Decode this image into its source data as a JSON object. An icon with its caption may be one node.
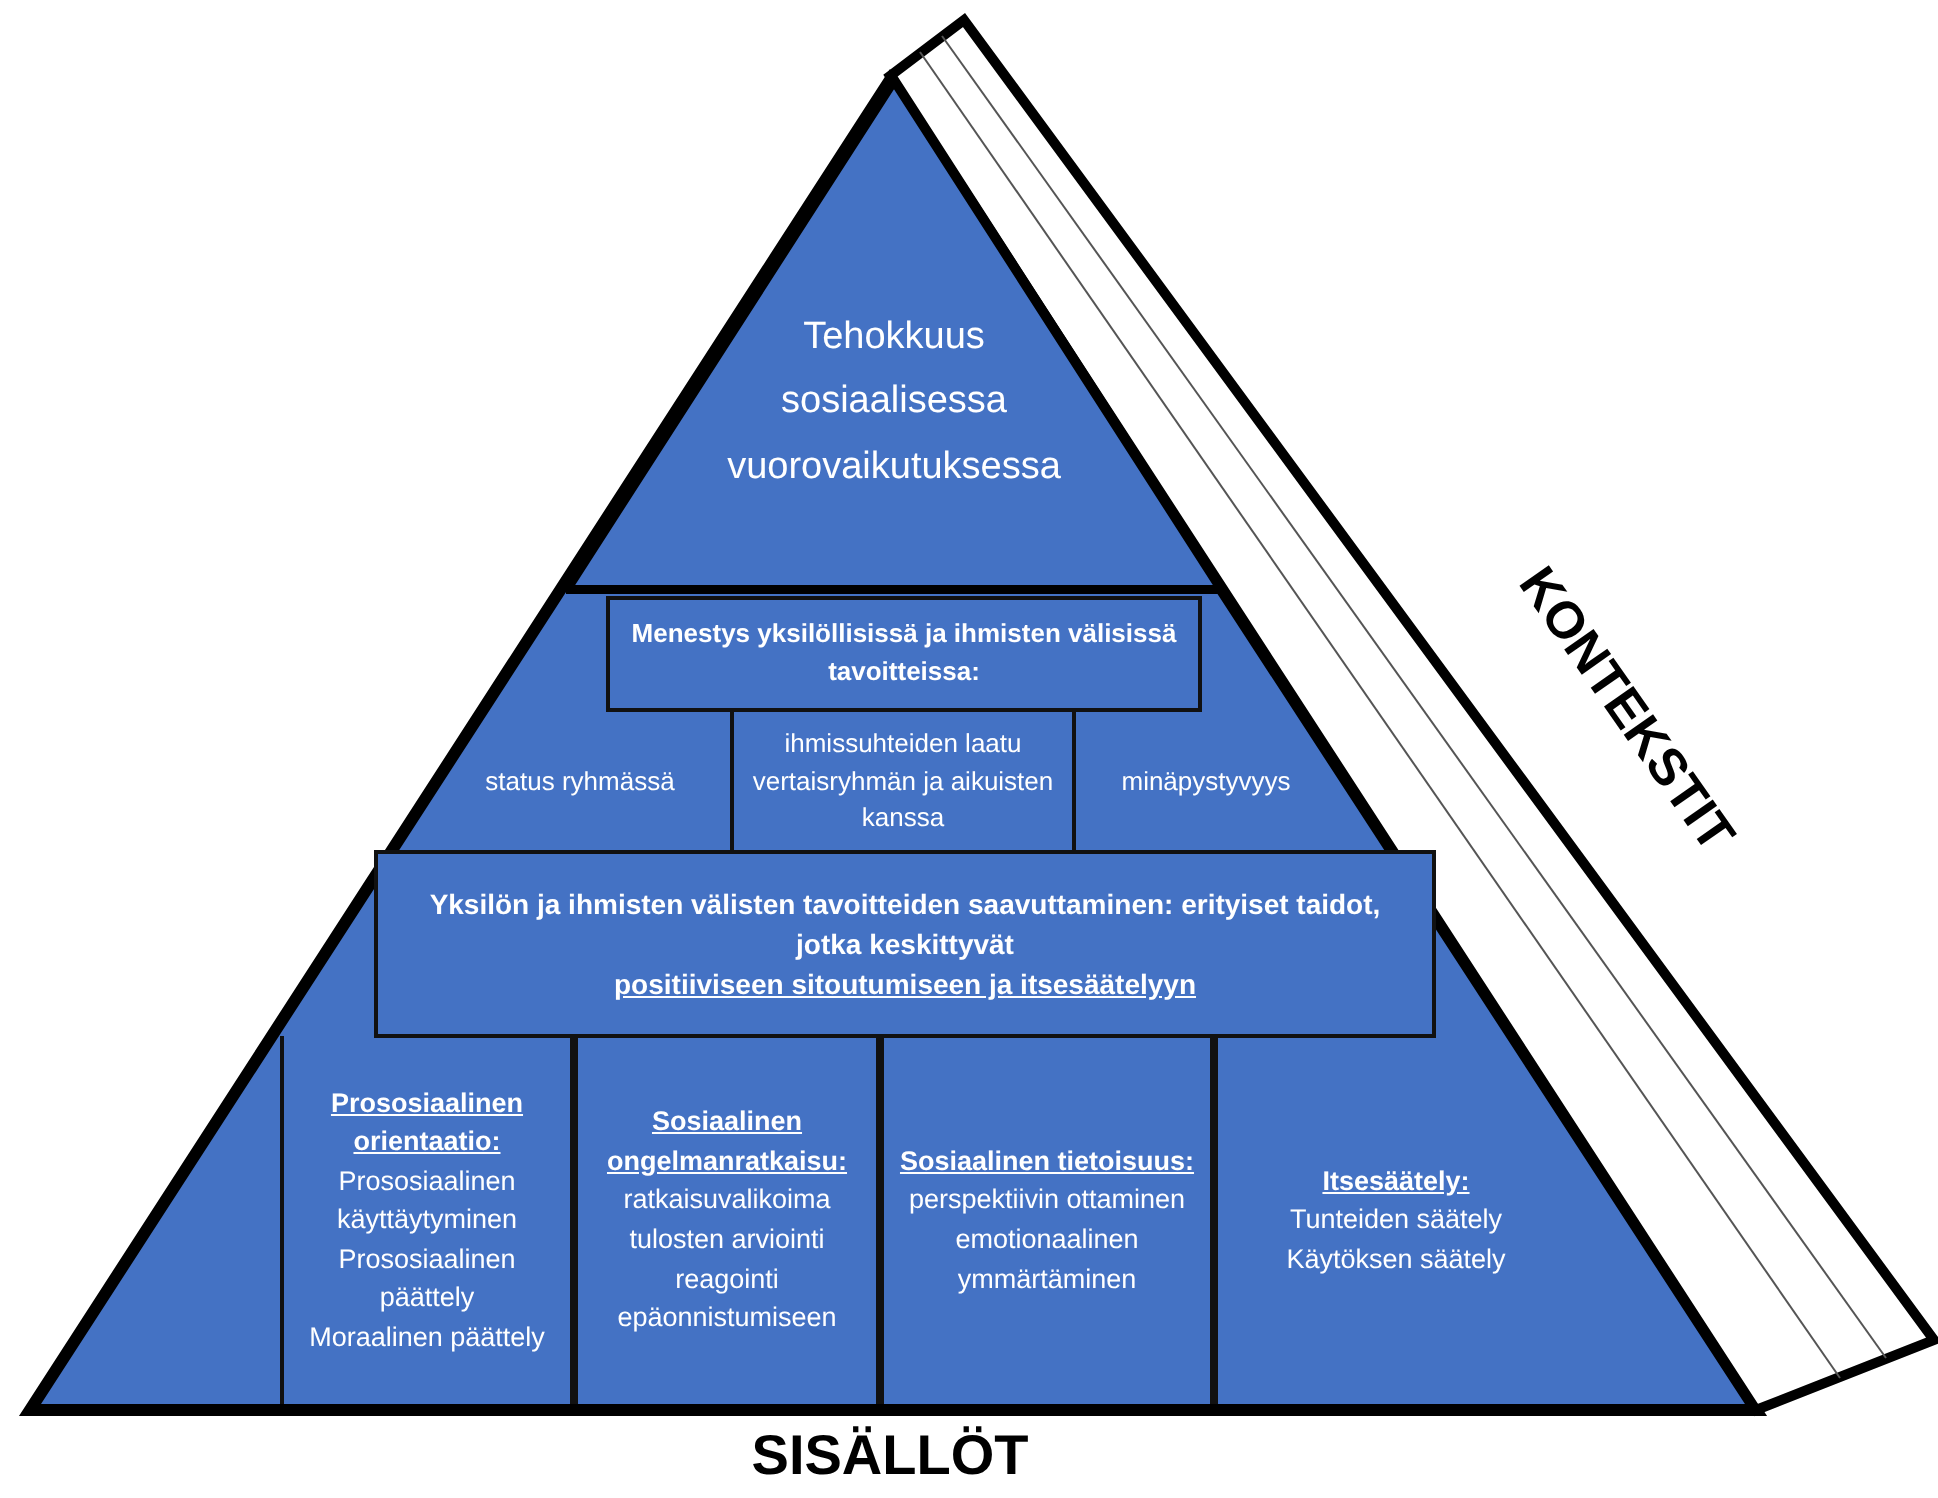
{
  "diagram": {
    "nodes": [
      {
        "text": [
          "Tehokkuus sosiaalisessa vuorovaikutuksessa"
        ]
      },
      {
        "text": [
          "Menestys yksilöllisissä ja ihmisten välisissä tavoitteissa:"
        ]
      },
      {
        "text": [
          "status ryhmässä"
        ]
      },
      {
        "text": [
          "ihmissuhteiden laatu vertaisryhmän ja aikuisten kanssa"
        ]
      },
      {
        "text": [
          "minäpystyvyys"
        ]
      },
      {
        "text": [
          "Yksilön ja ihmisten välisten tavoitteiden saavuttaminen: erityiset taidot, jotka keskittyvät",
          "positiiviseen sitoutumiseen ja itsesäätelyyn"
        ]
      },
      {
        "text": [
          "Prososiaalinen orientaatio:",
          "Prososiaalinen käyttäytyminen",
          "Prososiaalinen päättely",
          "Moraalinen päättely"
        ]
      },
      {
        "text": [
          "Sosiaalinen ongelmanratkaisu:",
          "ratkaisuvalikoima",
          "tulosten arviointi",
          "reagointi epäonnistumiseen"
        ]
      },
      {
        "text": [
          "Sosiaalinen tietoisuus:",
          "perspektiivin ottaminen",
          "emotionaalinen ymmärtäminen"
        ]
      },
      {
        "text": [
          "Itsesäätely:",
          "Tunteiden säätely",
          "Käytöksen säätely"
        ]
      },
      {
        "text": [
          "KONTEKSTIT"
        ]
      }
    ],
    "labels": [
      "SISÄLLÖT"
    ]
  }
}
